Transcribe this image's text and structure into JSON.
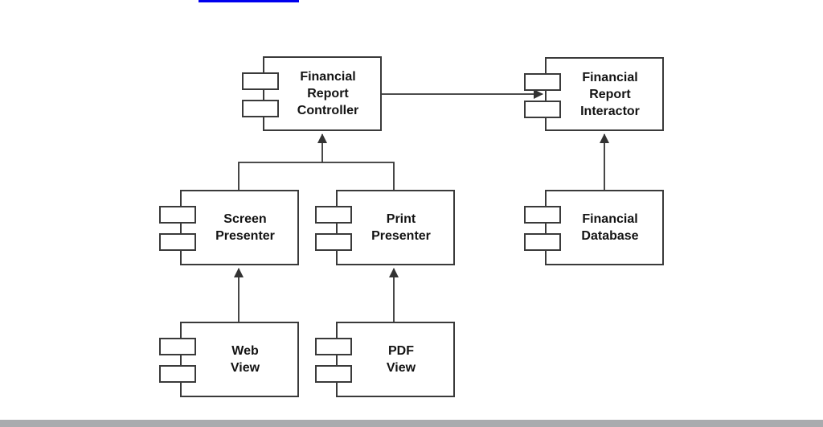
{
  "page": {
    "background_color": "#ffffff",
    "link_underline_color": "#0000ee",
    "bottom_bar_color": "#a9abae",
    "line_color": "#333333",
    "text_color": "#131313"
  },
  "diagram": {
    "type": "uml-component-diagram",
    "nodes": [
      {
        "id": "financial-report-controller",
        "label": "Financial Report Controller",
        "lines": [
          "Financial",
          "Report",
          "Controller"
        ]
      },
      {
        "id": "financial-report-interactor",
        "label": "Financial Report Interactor",
        "lines": [
          "Financial",
          "Report",
          "Interactor"
        ]
      },
      {
        "id": "screen-presenter",
        "label": "Screen Presenter",
        "lines": [
          "Screen",
          "Presenter"
        ]
      },
      {
        "id": "print-presenter",
        "label": "Print Presenter",
        "lines": [
          "Print",
          "Presenter"
        ]
      },
      {
        "id": "financial-database",
        "label": "Financial Database",
        "lines": [
          "Financial",
          "Database"
        ]
      },
      {
        "id": "web-view",
        "label": "Web View",
        "lines": [
          "Web",
          "View"
        ]
      },
      {
        "id": "pdf-view",
        "label": "PDF View",
        "lines": [
          "PDF",
          "View"
        ]
      }
    ],
    "edges": [
      {
        "from": "financial-report-controller",
        "to": "financial-report-interactor"
      },
      {
        "from": "screen-presenter",
        "to": "financial-report-controller"
      },
      {
        "from": "print-presenter",
        "to": "financial-report-controller"
      },
      {
        "from": "financial-database",
        "to": "financial-report-interactor"
      },
      {
        "from": "web-view",
        "to": "screen-presenter"
      },
      {
        "from": "pdf-view",
        "to": "print-presenter"
      }
    ]
  }
}
